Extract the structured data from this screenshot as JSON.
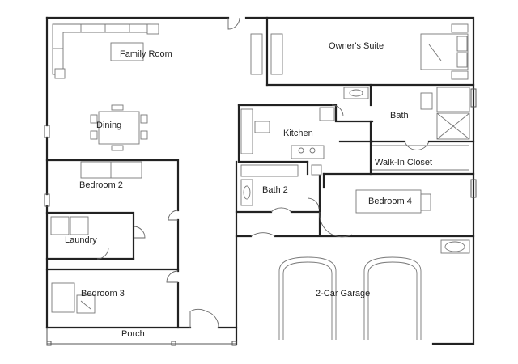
{
  "rooms": {
    "family_room": "Family Room",
    "owners_suite": "Owner's Suite",
    "dining": "Dining",
    "kitchen": "Kitchen",
    "bath": "Bath",
    "walk_in_closet": "Walk-In Closet",
    "bedroom_2": "Bedroom 2",
    "bath_2": "Bath 2",
    "bedroom_4": "Bedroom 4",
    "laundry": "Laundry",
    "bedroom_3": "Bedroom 3",
    "garage": "2-Car Garage",
    "porch": "Porch"
  }
}
